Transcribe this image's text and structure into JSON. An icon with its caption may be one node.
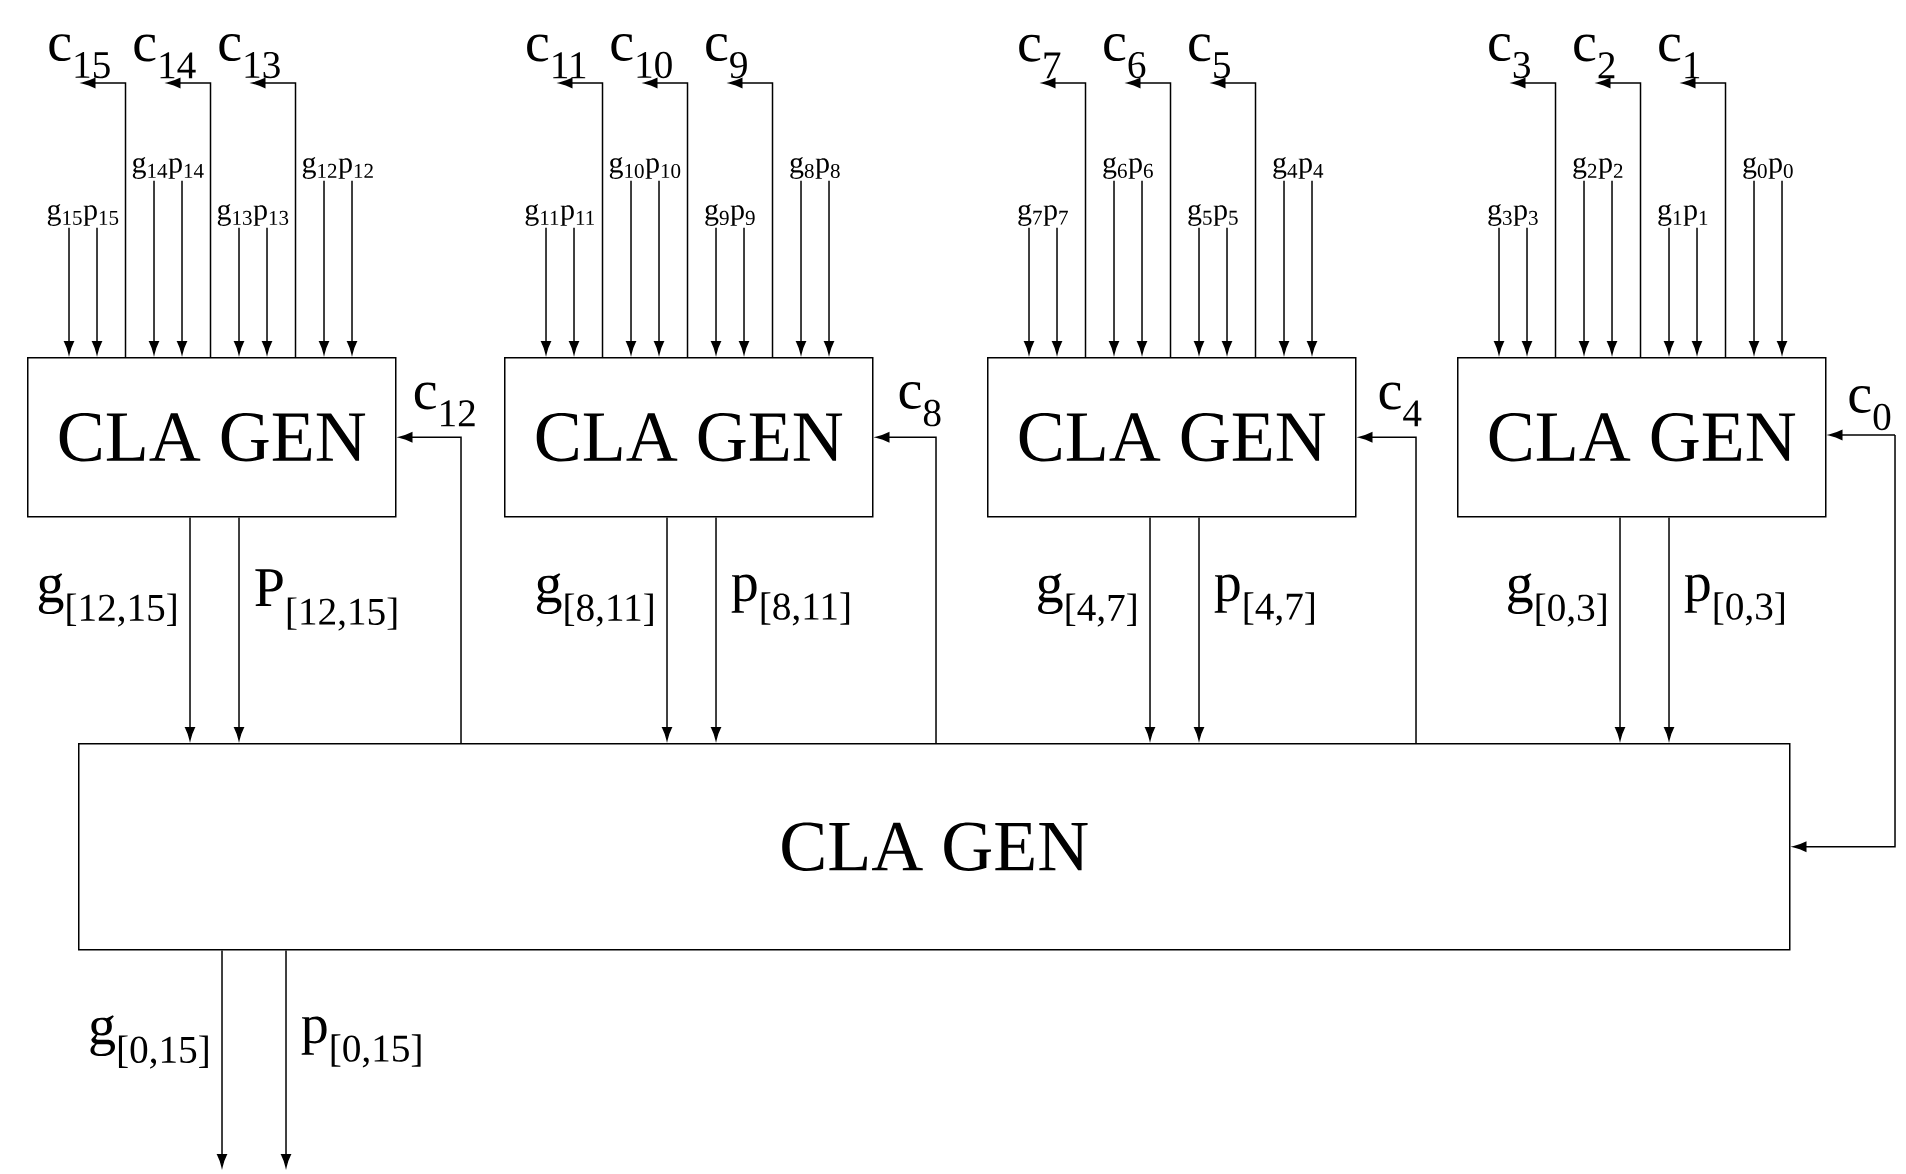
{
  "diagram": {
    "nodes": [
      {
        "text": [
          "CLA GEN"
        ]
      },
      {
        "text": [
          "CLA GEN"
        ]
      },
      {
        "text": [
          "CLA GEN"
        ]
      },
      {
        "text": [
          "CLA GEN"
        ]
      },
      {
        "text": [
          "CLA GEN"
        ]
      },
      {
        "text": [
          "g$_{15}$p$_{15}$"
        ]
      },
      {
        "text": [
          "g$_{14}$p$_{14}$"
        ]
      },
      {
        "text": [
          "g$_{13}$p$_{13}$"
        ]
      },
      {
        "text": [
          "g$_{12}$p$_{12}$"
        ]
      },
      {
        "text": [
          "g$_{11}$p$_{11}$"
        ]
      },
      {
        "text": [
          "g$_{10}$p$_{10}$"
        ]
      },
      {
        "text": [
          "g$_{9}$p$_{9}$"
        ]
      },
      {
        "text": [
          "g$_{8}$p$_{8}$"
        ]
      },
      {
        "text": [
          "g$_{7}$p$_{7}$"
        ]
      },
      {
        "text": [
          "g$_{6}$p$_{6}$"
        ]
      },
      {
        "text": [
          "g$_{5}$p$_{5}$"
        ]
      },
      {
        "text": [
          "g$_{4}$p$_{4}$"
        ]
      },
      {
        "text": [
          "g$_{3}$p$_{3}$"
        ]
      },
      {
        "text": [
          "g$_{2}$p$_{2}$"
        ]
      },
      {
        "text": [
          "g$_{1}$p$_{1}$"
        ]
      },
      {
        "text": [
          "g$_{0}$p$_{0}$"
        ]
      },
      {
        "text": [
          "c$_{15}$"
        ]
      },
      {
        "text": [
          "c$_{14}$"
        ]
      },
      {
        "text": [
          "c$_{13}$"
        ]
      },
      {
        "text": [
          "c$_{11}$"
        ]
      },
      {
        "text": [
          "c$_{10}$"
        ]
      },
      {
        "text": [
          "c$_{9}$"
        ]
      },
      {
        "text": [
          "c$_{7}$"
        ]
      },
      {
        "text": [
          "c$_{6}$"
        ]
      },
      {
        "text": [
          "c$_{5}$"
        ]
      },
      {
        "text": [
          "c$_{3}$"
        ]
      },
      {
        "text": [
          "c$_{2}$"
        ]
      },
      {
        "text": [
          "c$_{1}$"
        ]
      },
      {
        "text": [
          "c$_{0}$"
        ]
      }
    ],
    "edges": [
      {
        "from": 5,
        "to": 0,
        "arrow": "to"
      },
      {
        "from": 5,
        "to": 0,
        "arrow": "to"
      },
      {
        "from": 6,
        "to": 0,
        "arrow": "to"
      },
      {
        "from": 6,
        "to": 0,
        "arrow": "to"
      },
      {
        "from": 7,
        "to": 0,
        "arrow": "to"
      },
      {
        "from": 7,
        "to": 0,
        "arrow": "to"
      },
      {
        "from": 8,
        "to": 0,
        "arrow": "to"
      },
      {
        "from": 8,
        "to": 0,
        "arrow": "to"
      },
      {
        "from": 9,
        "to": 1,
        "arrow": "to"
      },
      {
        "from": 9,
        "to": 1,
        "arrow": "to"
      },
      {
        "from": 10,
        "to": 1,
        "arrow": "to"
      },
      {
        "from": 10,
        "to": 1,
        "arrow": "to"
      },
      {
        "from": 11,
        "to": 1,
        "arrow": "to"
      },
      {
        "from": 11,
        "to": 1,
        "arrow": "to"
      },
      {
        "from": 12,
        "to": 1,
        "arrow": "to"
      },
      {
        "from": 12,
        "to": 1,
        "arrow": "to"
      },
      {
        "from": 13,
        "to": 2,
        "arrow": "to"
      },
      {
        "from": 13,
        "to": 2,
        "arrow": "to"
      },
      {
        "from": 14,
        "to": 2,
        "arrow": "to"
      },
      {
        "from": 14,
        "to": 2,
        "arrow": "to"
      },
      {
        "from": 15,
        "to": 2,
        "arrow": "to"
      },
      {
        "from": 15,
        "to": 2,
        "arrow": "to"
      },
      {
        "from": 16,
        "to": 2,
        "arrow": "to"
      },
      {
        "from": 16,
        "to": 2,
        "arrow": "to"
      },
      {
        "from": 17,
        "to": 3,
        "arrow": "to"
      },
      {
        "from": 17,
        "to": 3,
        "arrow": "to"
      },
      {
        "from": 18,
        "to": 3,
        "arrow": "to"
      },
      {
        "from": 18,
        "to": 3,
        "arrow": "to"
      },
      {
        "from": 19,
        "to": 3,
        "arrow": "to"
      },
      {
        "from": 19,
        "to": 3,
        "arrow": "to"
      },
      {
        "from": 20,
        "to": 3,
        "arrow": "to"
      },
      {
        "from": 20,
        "to": 3,
        "arrow": "to"
      },
      {
        "from": 0,
        "to": 21,
        "arrow": "to"
      },
      {
        "from": 0,
        "to": 22,
        "arrow": "to"
      },
      {
        "from": 0,
        "to": 23,
        "arrow": "to"
      },
      {
        "from": 1,
        "to": 24,
        "arrow": "to"
      },
      {
        "from": 1,
        "to": 25,
        "arrow": "to"
      },
      {
        "from": 1,
        "to": 26,
        "arrow": "to"
      },
      {
        "from": 2,
        "to": 27,
        "arrow": "to"
      },
      {
        "from": 2,
        "to": 28,
        "arrow": "to"
      },
      {
        "from": 2,
        "to": 29,
        "arrow": "to"
      },
      {
        "from": 3,
        "to": 30,
        "arrow": "to"
      },
      {
        "from": 3,
        "to": 31,
        "arrow": "to"
      },
      {
        "from": 3,
        "to": 32,
        "arrow": "to"
      },
      {
        "from": 4,
        "to": 0,
        "arrow": "to",
        "label": "c$_{12}$"
      },
      {
        "from": 4,
        "to": 1,
        "arrow": "to",
        "label": "c$_{8}$"
      },
      {
        "from": 4,
        "to": 2,
        "arrow": "to",
        "label": "c$_{4}$"
      },
      {
        "from": 33,
        "to": 3,
        "arrow": "to"
      },
      {
        "from": 33,
        "to": 4,
        "arrow": "to"
      },
      {
        "from": 0,
        "to": 4,
        "arrow": "to",
        "label": "g$_{[12,15]}$"
      },
      {
        "from": 0,
        "to": 4,
        "arrow": "to",
        "label": "P$_{[12,15]}$"
      },
      {
        "from": 1,
        "to": 4,
        "arrow": "to",
        "label": "g$_{[8,11]}$"
      },
      {
        "from": 1,
        "to": 4,
        "arrow": "to",
        "label": "p$_{[8,11]}$"
      },
      {
        "from": 2,
        "to": 4,
        "arrow": "to",
        "label": "g$_{[4,7]}$"
      },
      {
        "from": 2,
        "to": 4,
        "arrow": "to",
        "label": "p$_{[4,7]}$"
      },
      {
        "from": 3,
        "to": 4,
        "arrow": "to",
        "label": "g$_{[0,3]}$"
      },
      {
        "from": 3,
        "to": 4,
        "arrow": "to",
        "label": "p$_{[0,3]}$"
      },
      {
        "from": 4,
        "to": null,
        "arrow": "to",
        "label": "g$_{[0,15]}$"
      },
      {
        "from": 4,
        "to": null,
        "arrow": "to",
        "label": "p$_{[0,15]}$"
      }
    ]
  }
}
